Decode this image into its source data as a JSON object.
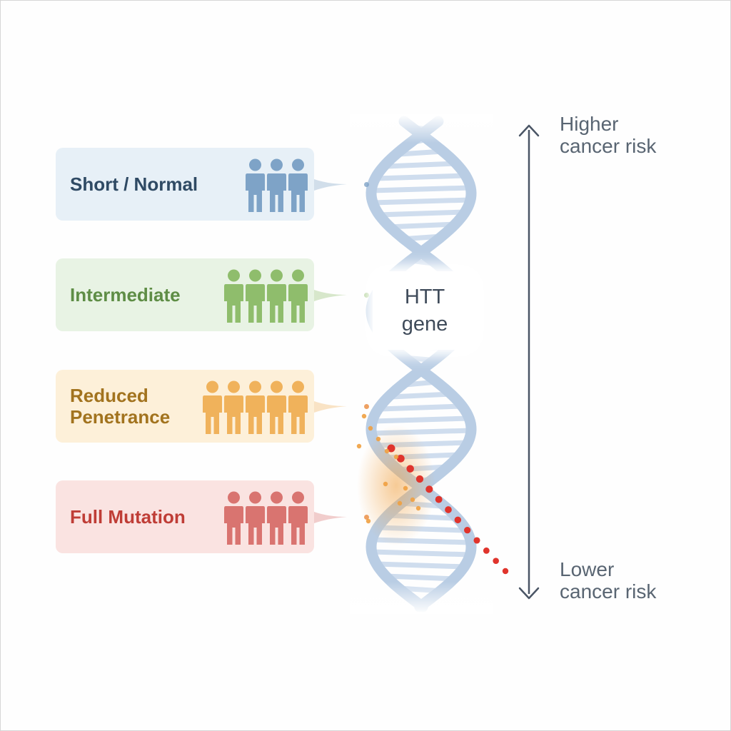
{
  "gene": {
    "line1": "HTT",
    "line2": "gene"
  },
  "risk_scale": {
    "top_line1": "Higher",
    "top_line2": "cancer risk",
    "bottom_line1": "Lower",
    "bottom_line2": "cancer risk"
  },
  "categories": [
    {
      "label_lines": [
        "Short / Normal"
      ],
      "people_count": 3,
      "bg_color": "#e7f0f7",
      "text_color": "#2f4a64",
      "icon_color": "#7ea3c7"
    },
    {
      "label_lines": [
        "Intermediate"
      ],
      "people_count": 4,
      "bg_color": "#e8f3e4",
      "text_color": "#5e8d45",
      "icon_color": "#8fbd6c"
    },
    {
      "label_lines": [
        "Reduced",
        "Penetrance"
      ],
      "people_count": 5,
      "bg_color": "#fdf0d9",
      "text_color": "#a2731e",
      "icon_color": "#f0b25b"
    },
    {
      "label_lines": [
        "Full Mutation"
      ],
      "people_count": 4,
      "bg_color": "#fae3e1",
      "text_color": "#bf3d36",
      "icon_color": "#d97470"
    }
  ],
  "colors": {
    "dna_strand": "#b9cde4",
    "dna_rung": "#cfddee",
    "arrow": "#4a5565",
    "mutation_dots": "#e0342c",
    "mutation_orange": "#f0a040"
  },
  "icons": [
    "person-icon",
    "double-headed-arrow-icon",
    "dna-helix-icon"
  ]
}
